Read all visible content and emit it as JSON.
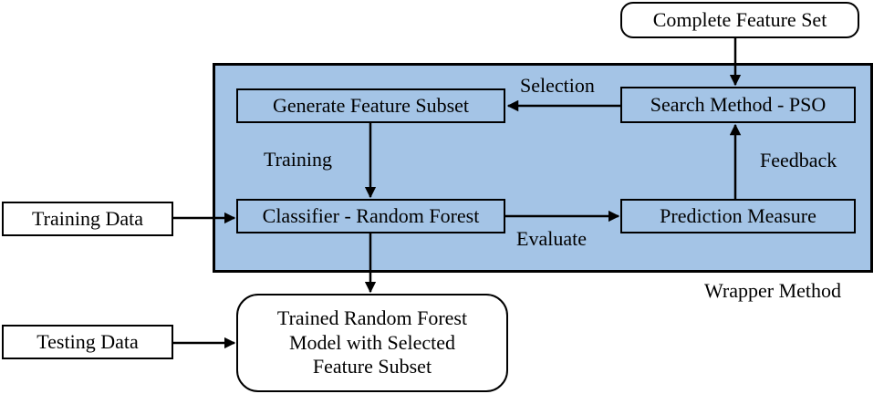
{
  "nodes": {
    "complete_feature_set": "Complete Feature Set",
    "search_method": "Search Method - PSO",
    "generate_subset": "Generate Feature Subset",
    "classifier": "Classifier - Random Forest",
    "prediction_measure": "Prediction Measure",
    "training_data": "Training Data",
    "testing_data": "Testing Data",
    "trained_model_line1": "Trained Random Forest",
    "trained_model_line2": "Model with Selected",
    "trained_model_line3": "Feature Subset"
  },
  "edge_labels": {
    "selection": "Selection",
    "training": "Training",
    "feedback": "Feedback",
    "evaluate": "Evaluate"
  },
  "group_label": "Wrapper Method",
  "colors": {
    "wrapper_fill": "#a4c4e6",
    "stroke": "#000000",
    "box_fill": "#ffffff"
  }
}
